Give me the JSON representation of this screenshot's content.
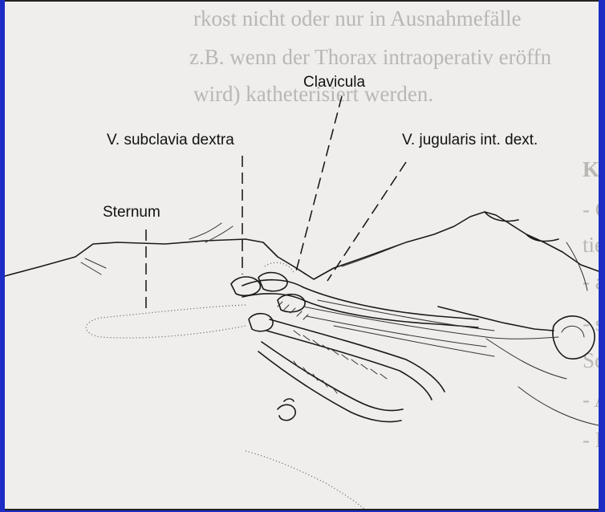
{
  "background_color": "#1c2cc4",
  "labels": {
    "clavicula": "Clavicula",
    "v_subclavia_dextra": "V. subclavia dextra",
    "v_jugularis": "V. jugularis int. dext.",
    "sternum": "Sternum"
  },
  "background_text": {
    "line1": "rkost nicht oder nur in Ausnahmefälle",
    "line2": "z.B. wenn der Thorax intraoperativ eröffn",
    "line3": "wird) katheterisiert werden.",
    "line4": "Kontraindikationen:",
    "line5": "- Gerinnungsstörungen und Antikoagulan-",
    "line6": "tientherapie,",
    "line7": "- ausgeprägtes Lungenemphysem,",
    "line8": "- starke Deformierung des Thorax und",
    "line9": "Schlüsselbeins,",
    "line10": "- Adipositas,",
    "line11": "- Frakturen im Bereich des Schultergürtels."
  }
}
